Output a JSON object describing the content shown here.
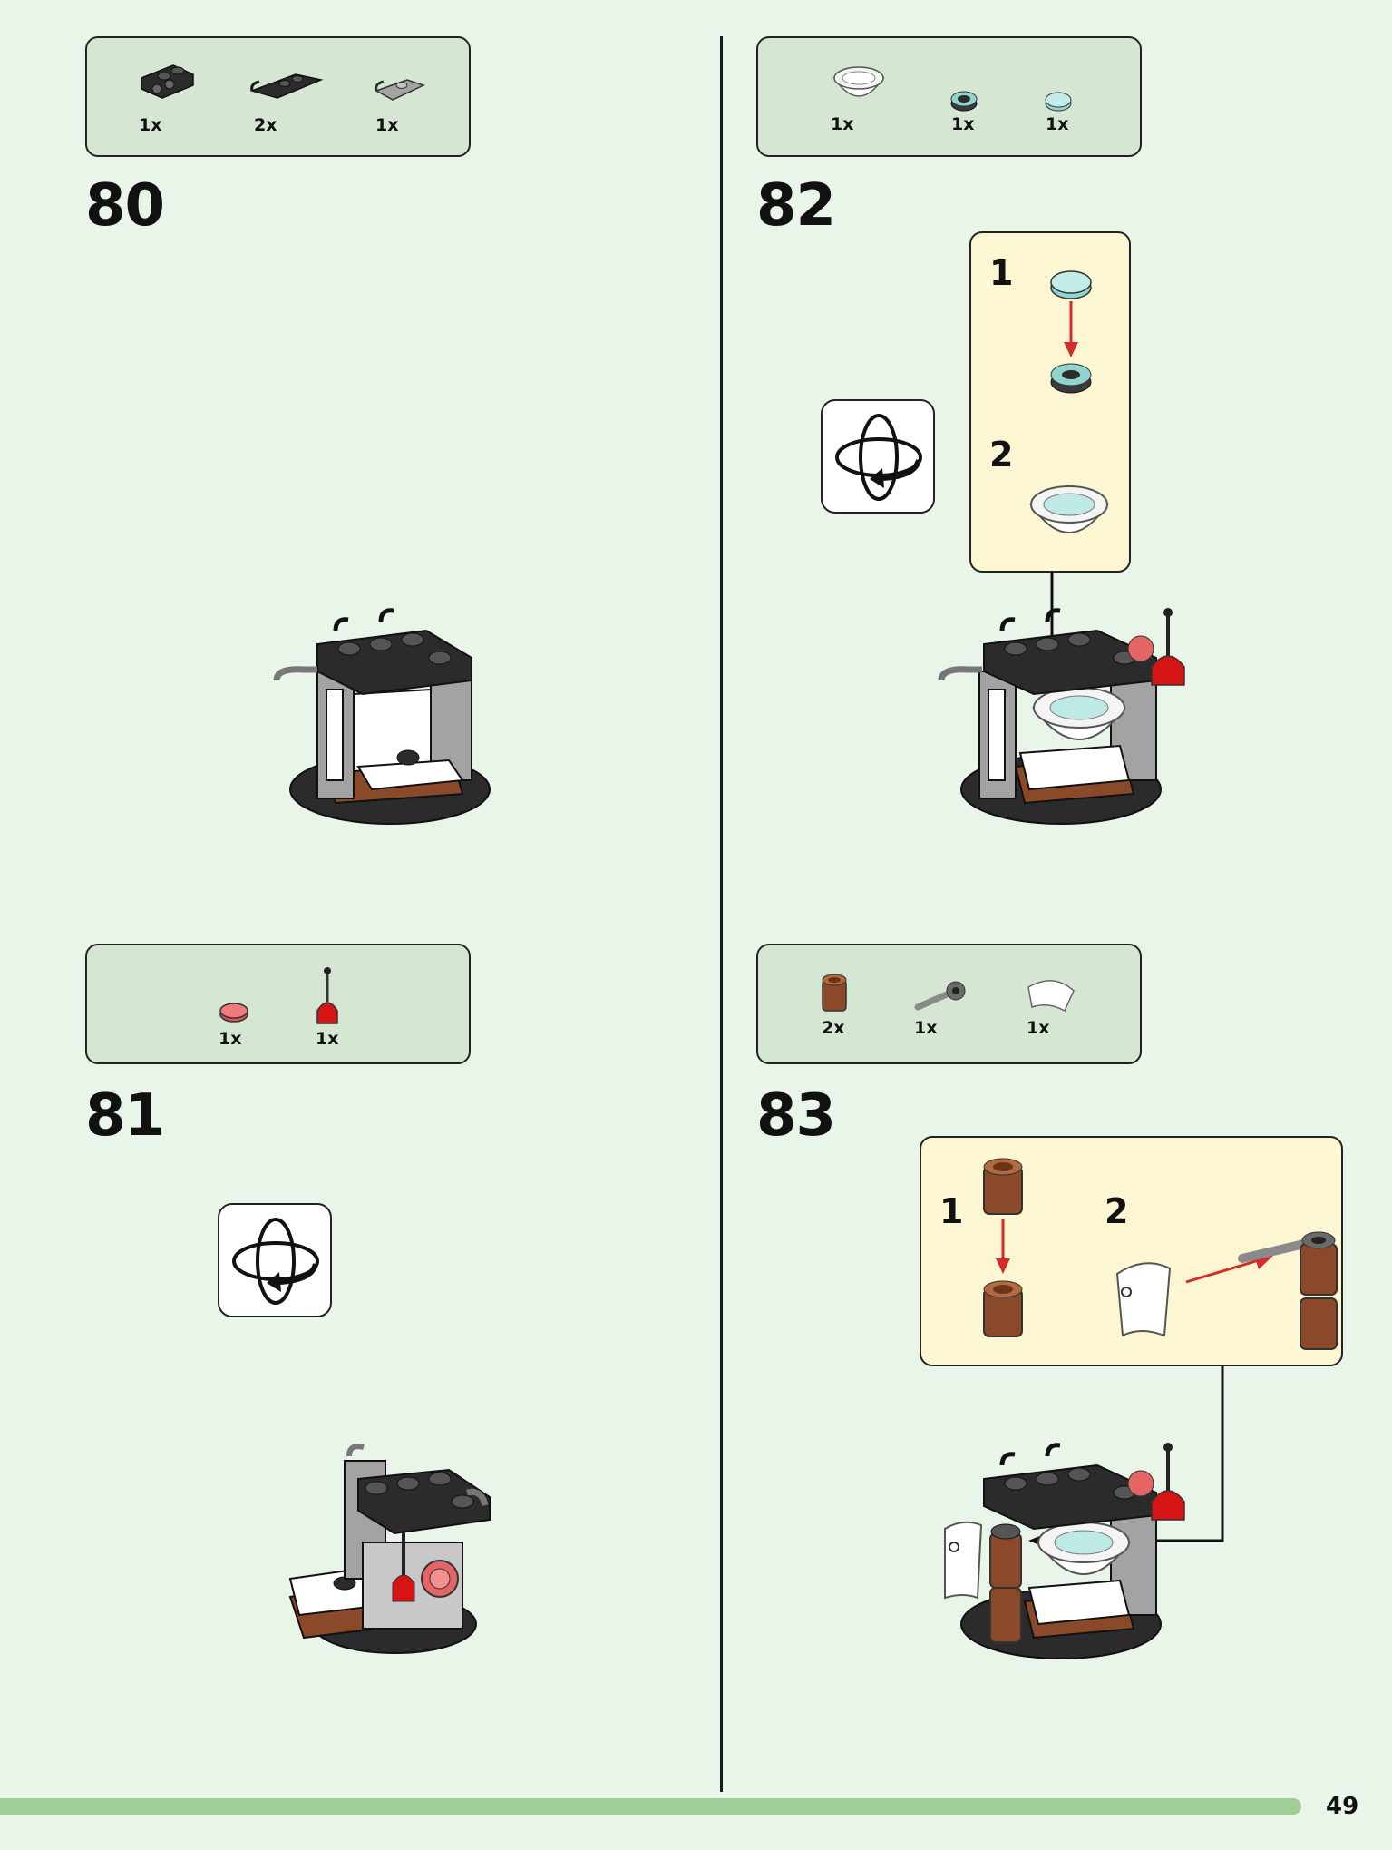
{
  "page": {
    "number": "49"
  },
  "steps": [
    {
      "number": "80",
      "parts": [
        {
          "qty": "1x",
          "icon": "black-bracket-plate-icon"
        },
        {
          "qty": "2x",
          "icon": "black-clip-plate-icon"
        },
        {
          "qty": "1x",
          "icon": "grey-clip-plate-icon"
        }
      ]
    },
    {
      "number": "81",
      "parts": [
        {
          "qty": "1x",
          "icon": "trans-red-round-tile-icon"
        },
        {
          "qty": "1x",
          "icon": "red-lever-icon"
        }
      ],
      "rotate": true
    },
    {
      "number": "82",
      "parts": [
        {
          "qty": "1x",
          "icon": "white-bowl-icon"
        },
        {
          "qty": "1x",
          "icon": "black-round-plate-icon"
        },
        {
          "qty": "1x",
          "icon": "trans-light-blue-round-tile-icon"
        }
      ],
      "substeps": [
        "1",
        "2"
      ],
      "rotate": true
    },
    {
      "number": "83",
      "parts": [
        {
          "qty": "2x",
          "icon": "brown-round-brick-icon"
        },
        {
          "qty": "1x",
          "icon": "grey-clip-bar-icon"
        },
        {
          "qty": "1x",
          "icon": "white-curved-slope-icon"
        }
      ],
      "substeps": [
        "1",
        "2"
      ]
    }
  ],
  "colors": {
    "page_bg": "#eaf5ea",
    "parts_box": "#d5e7d3",
    "substep_box": "#fdf6d3",
    "accent_bar": "#9fcf97",
    "arrow_red": "#d42b2b"
  }
}
